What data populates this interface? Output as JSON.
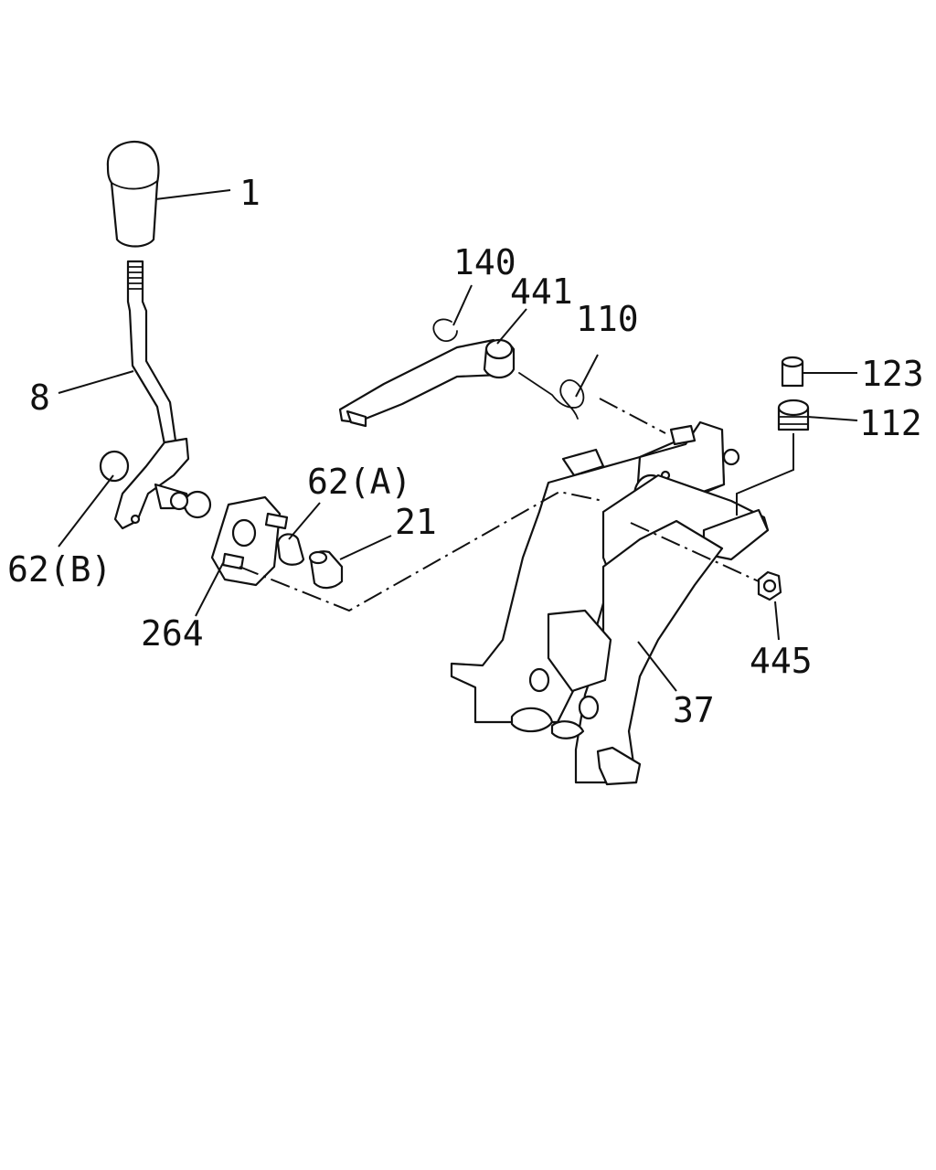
{
  "callouts": {
    "knob": "1",
    "shift_lever": "8",
    "bushing_b": "62(B)",
    "bushing_a": "62(A)",
    "collar": "21",
    "plate": "264",
    "snap_ring": "140",
    "select_lever": "441",
    "spring": "110",
    "pin": "123",
    "grommet": "112",
    "nut": "445",
    "bracket": "37"
  },
  "colors": {
    "line": "#111111",
    "background": "#ffffff"
  }
}
